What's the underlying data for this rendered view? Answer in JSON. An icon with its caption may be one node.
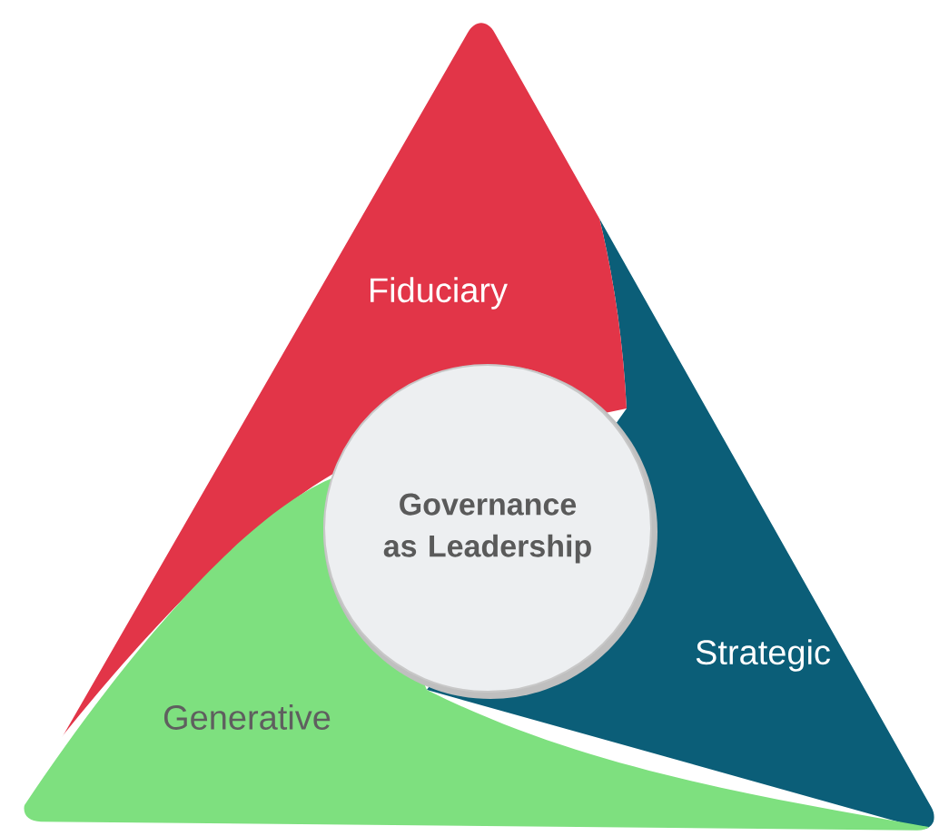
{
  "diagram": {
    "nodes": [
      {
        "text": [
          "Fiduciary"
        ]
      },
      {
        "text": [
          "Governance as Leadership"
        ]
      },
      {
        "text": [
          "Strategic"
        ]
      },
      {
        "text": [
          "Generative"
        ]
      }
    ]
  }
}
